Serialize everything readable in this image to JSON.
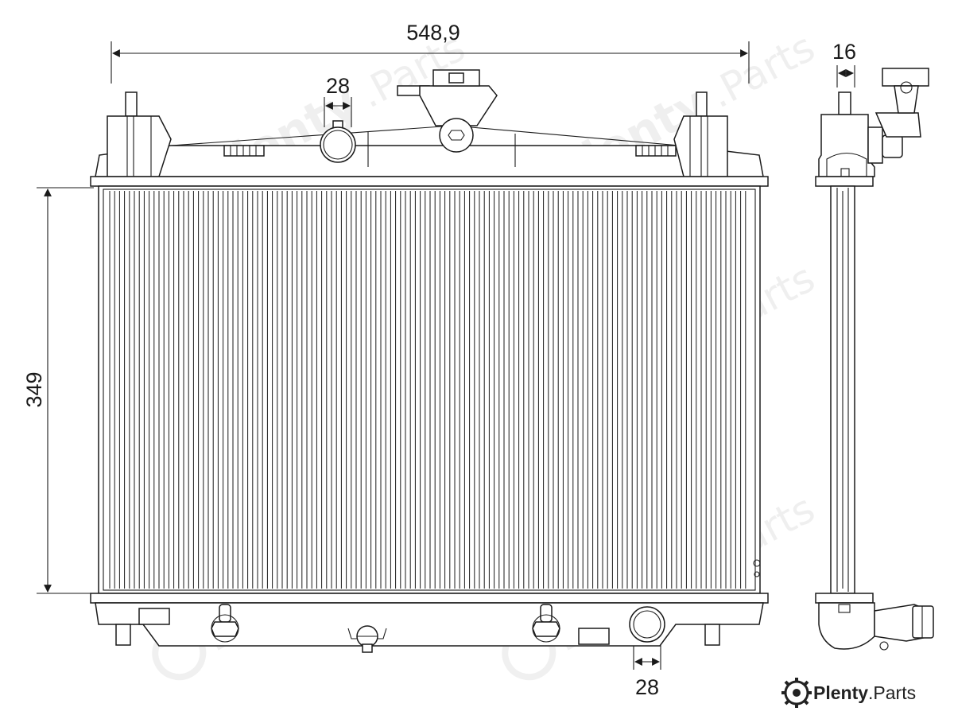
{
  "dimensions": {
    "width": "548,9",
    "height": "349",
    "depth": "16",
    "inlet_diameter": "28",
    "outlet_diameter": "28"
  },
  "watermark": {
    "brand": "Plenty",
    "suffix": ".Parts"
  },
  "logo": {
    "brand": "Plenty",
    "suffix": ".Parts"
  },
  "colors": {
    "line": "#1a1a1a",
    "background": "#ffffff"
  }
}
